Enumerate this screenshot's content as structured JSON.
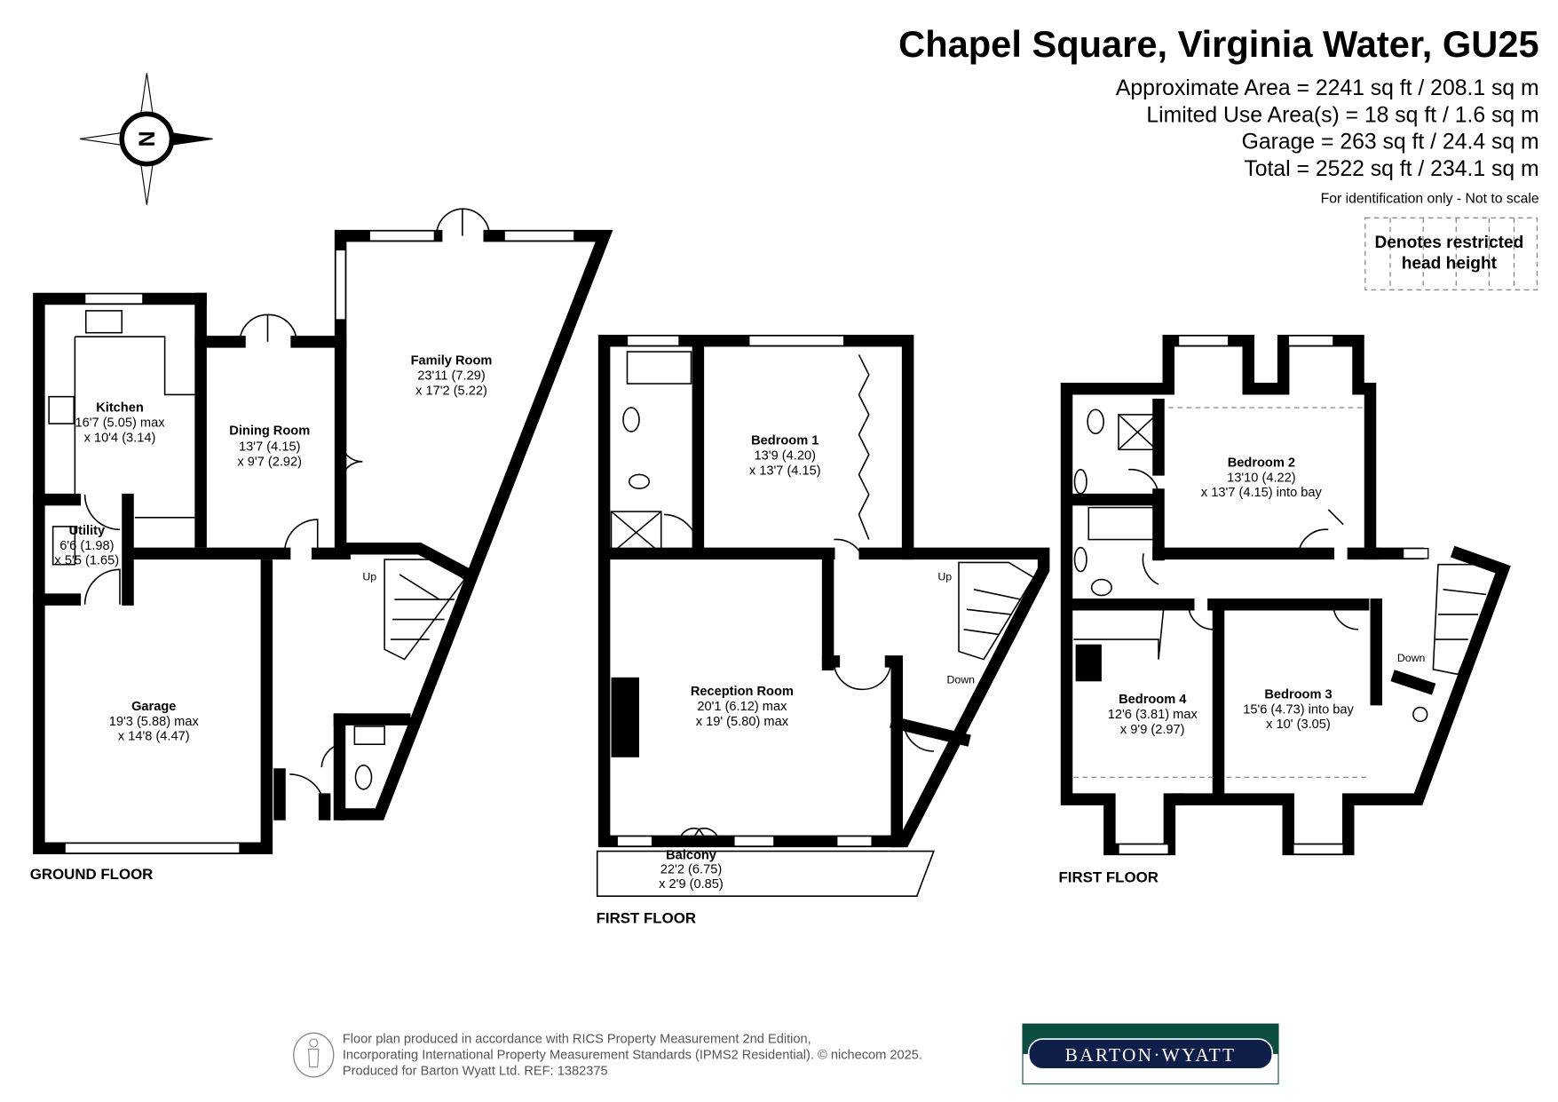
{
  "header": {
    "title": "Chapel Square, Virginia Water, GU25",
    "areas": [
      "Approximate Area = 2241 sq ft / 208.1 sq m",
      "Limited Use Area(s) = 18 sq ft / 1.6 sq m",
      "Garage = 263 sq ft / 24.4 sq m",
      "Total = 2522 sq ft / 234.1 sq m"
    ],
    "disclaimer": "For identification only - Not to scale",
    "legend": [
      "Denotes restricted",
      "head height"
    ]
  },
  "compass": {
    "letter": "N"
  },
  "ground_floor": {
    "label": "GROUND FLOOR",
    "rooms": [
      {
        "name": "Kitchen",
        "dim1": "16'7 (5.05) max",
        "dim2": "x 10'4 (3.14)"
      },
      {
        "name": "Dining Room",
        "dim1": "13'7 (4.15)",
        "dim2": "x 9'7 (2.92)"
      },
      {
        "name": "Family Room",
        "dim1": "23'11 (7.29)",
        "dim2": "x 17'2 (5.22)"
      },
      {
        "name": "Utility",
        "dim1": "6'6 (1.98)",
        "dim2": "x 5'5 (1.65)"
      },
      {
        "name": "Garage",
        "dim1": "19'3 (5.88) max",
        "dim2": "x 14'8 (4.47)"
      }
    ],
    "stairs": "Up"
  },
  "first_floor_a": {
    "label": "FIRST FLOOR",
    "rooms": [
      {
        "name": "Bedroom 1",
        "dim1": "13'9 (4.20)",
        "dim2": "x 13'7 (4.15)"
      },
      {
        "name": "Reception Room",
        "dim1": "20'1 (6.12) max",
        "dim2": "x 19' (5.80) max"
      },
      {
        "name": "Balcony",
        "dim1": "22'2 (6.75)",
        "dim2": "x 2'9 (0.85)"
      }
    ],
    "stairs_up": "Up",
    "stairs_down": "Down"
  },
  "first_floor_b": {
    "label": "FIRST FLOOR",
    "rooms": [
      {
        "name": "Bedroom 2",
        "dim1": "13'10 (4.22)",
        "dim2": "x 13'7 (4.15) into bay"
      },
      {
        "name": "Bedroom 4",
        "dim1": "12'6 (3.81) max",
        "dim2": "x 9'9 (2.97)"
      },
      {
        "name": "Bedroom 3",
        "dim1": "15'6 (4.73) into bay",
        "dim2": "x 10' (3.05)"
      }
    ],
    "stairs_down": "Down"
  },
  "footer": {
    "lines": [
      "Floor plan produced in accordance with RICS Property Measurement 2nd Edition,",
      "Incorporating International Property Measurement Standards (IPMS2 Residential).   © nichecom 2025.",
      "Produced for Barton Wyatt Ltd.   REF:  1382375"
    ],
    "logo": "BARTON·WYATT",
    "logo_colors": {
      "top": "#0b4d40",
      "oval": "#0f1f4a"
    }
  }
}
